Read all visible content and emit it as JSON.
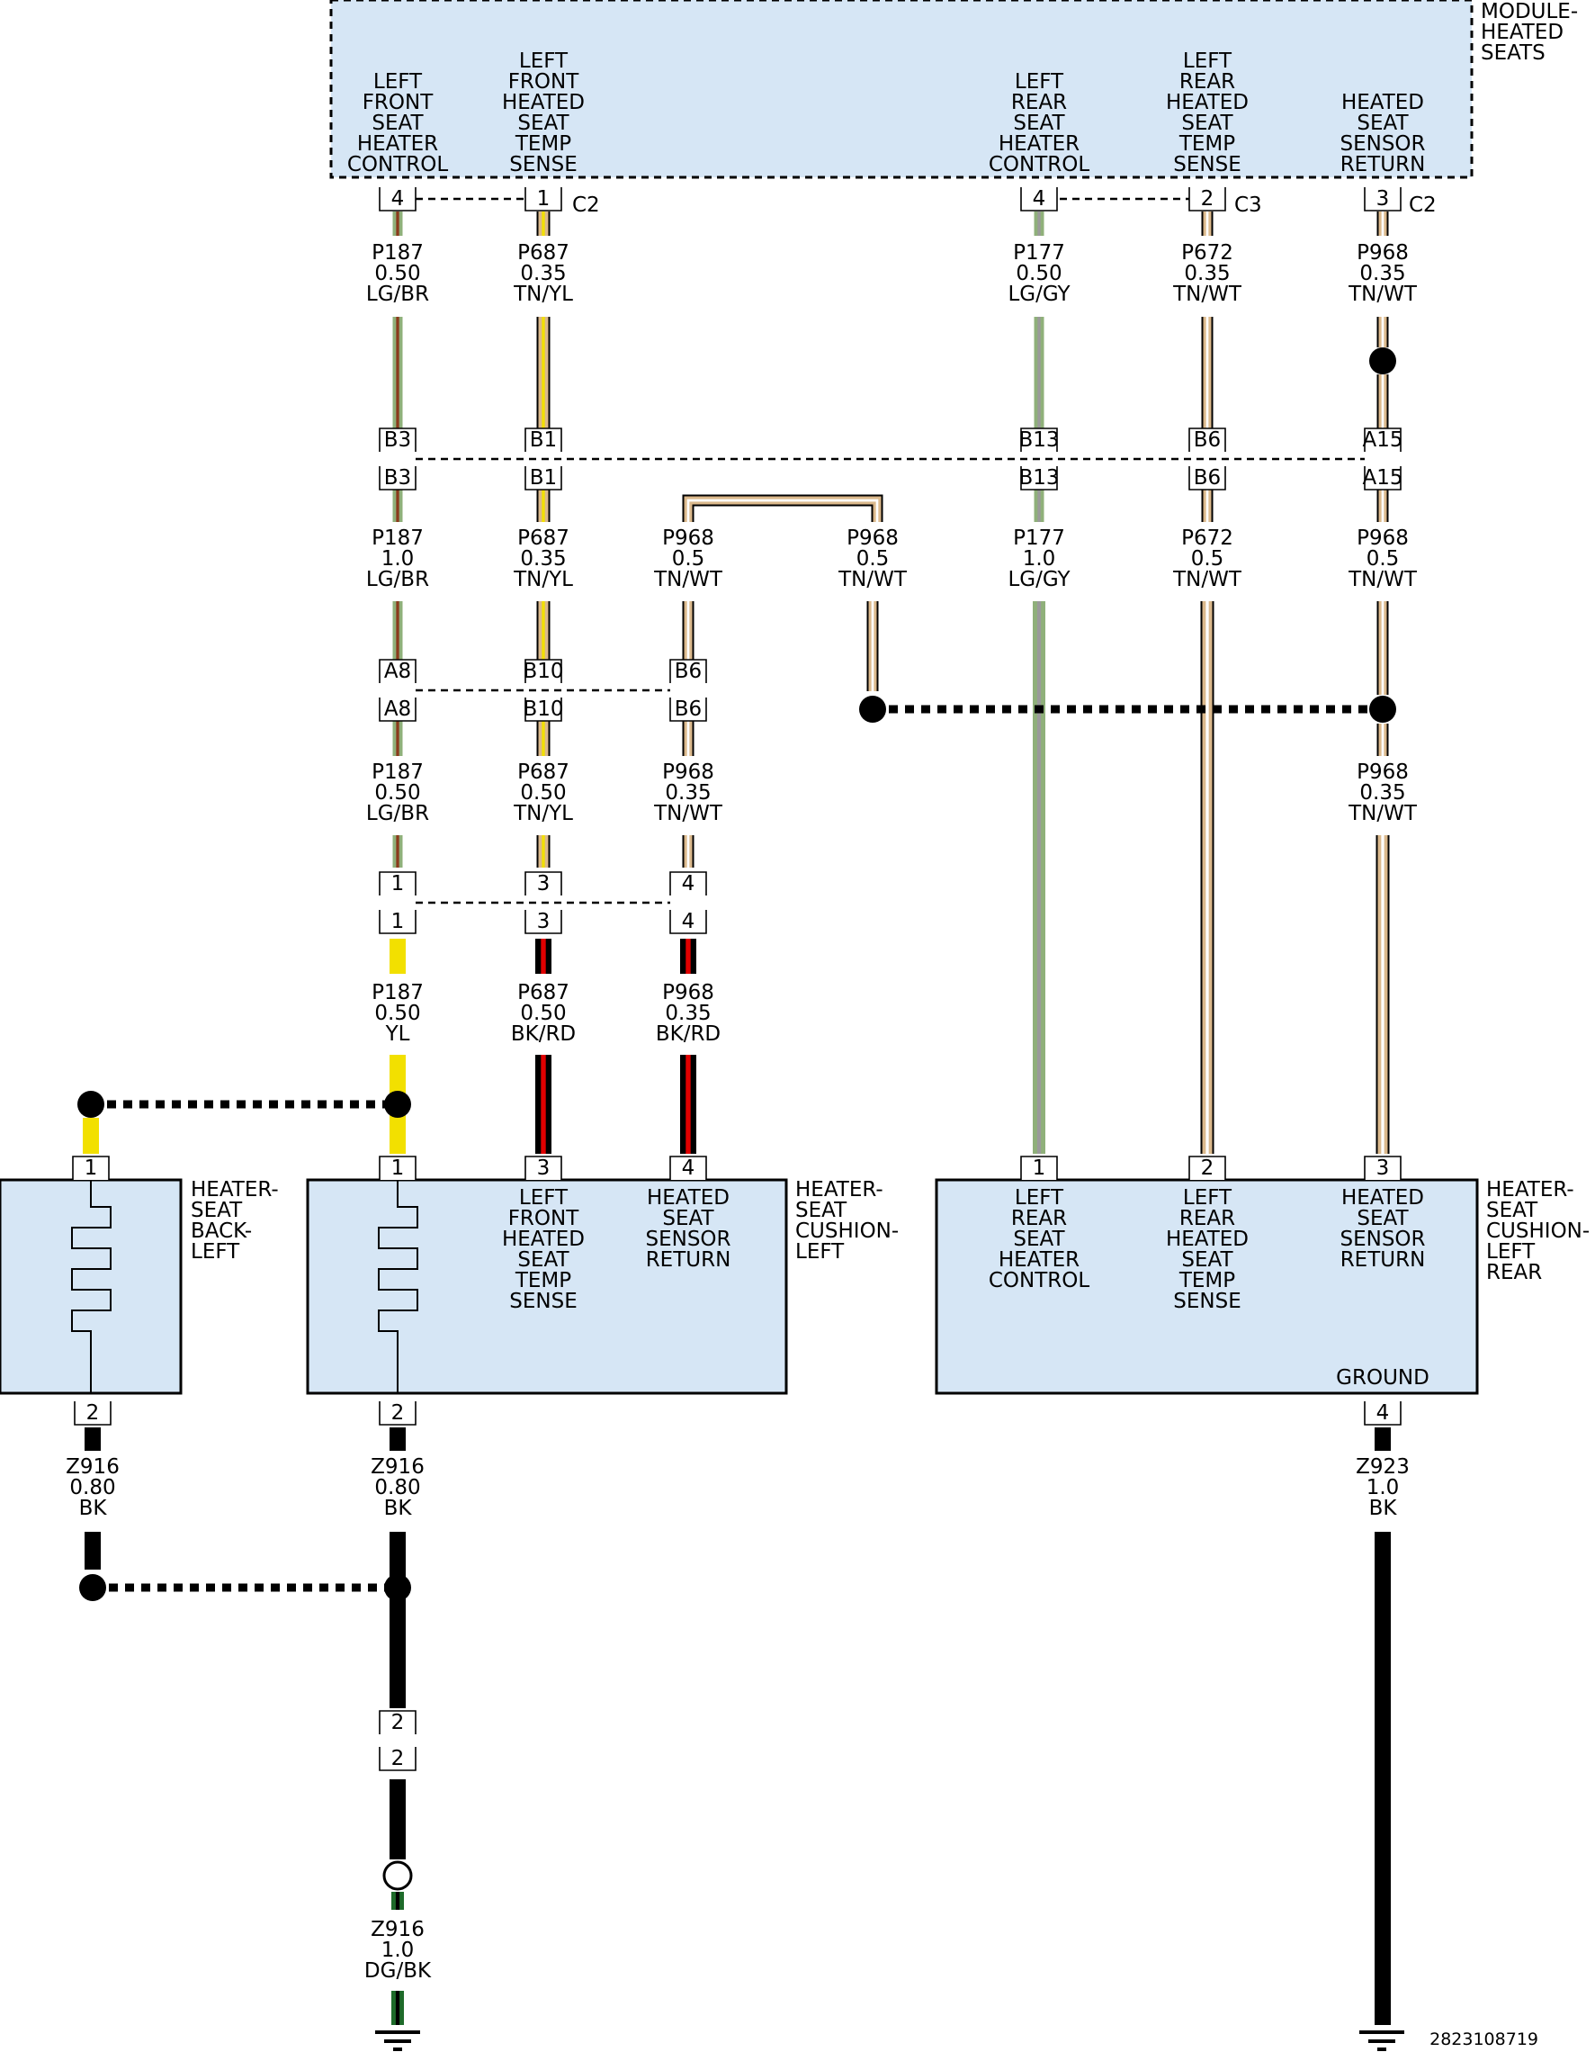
{
  "colors": {
    "box_fill": "#d6e6f5",
    "LG": "#8fb07a",
    "BR": "#8b3a1c",
    "YL": "#f2e000",
    "TN": "#dbb98c",
    "WT": "#ffffff",
    "GY": "#9a9a9a",
    "BK": "#000000",
    "RD": "#e00000",
    "DG": "#1e6b2a"
  },
  "module": {
    "name_line1": "MODULE-",
    "name_line2": "HEATED",
    "name_line3": "SEATS",
    "pin_labels": [
      [
        "LEFT",
        "FRONT",
        "SEAT",
        "HEATER",
        "CONTROL"
      ],
      [
        "LEFT",
        "FRONT",
        "HEATED",
        "SEAT",
        "TEMP",
        "SENSE"
      ],
      [
        "LEFT",
        "REAR",
        "SEAT",
        "HEATER",
        "CONTROL"
      ],
      [
        "LEFT",
        "REAR",
        "HEATED",
        "SEAT",
        "TEMP",
        "SENSE"
      ],
      [
        "HEATED",
        "SEAT",
        "SENSOR",
        "RETURN"
      ]
    ],
    "pins": [
      "4",
      "1",
      "4",
      "2",
      "3"
    ],
    "connectors": [
      "C2",
      "C3",
      "C2"
    ]
  },
  "wires_row1": [
    [
      "P187",
      "0.50",
      "LG/BR"
    ],
    [
      "P687",
      "0.35",
      "TN/YL"
    ],
    [
      "P177",
      "0.50",
      "LG/GY"
    ],
    [
      "P672",
      "0.35",
      "TN/WT"
    ],
    [
      "P968",
      "0.35",
      "TN/WT"
    ]
  ],
  "inline1": {
    "top_pins": [
      "B3",
      "B1",
      "B13",
      "B6",
      "A15"
    ],
    "bottom_pins": [
      "B3",
      "B1",
      "B13",
      "B6",
      "A15"
    ]
  },
  "wires_row2": [
    [
      "P187",
      "1.0",
      "LG/BR"
    ],
    [
      "P687",
      "0.35",
      "TN/YL"
    ],
    [
      "P968",
      "0.5",
      "TN/WT"
    ],
    [
      "P968",
      "0.5",
      "TN/WT"
    ],
    [
      "P177",
      "1.0",
      "LG/GY"
    ],
    [
      "P672",
      "0.5",
      "TN/WT"
    ],
    [
      "P968",
      "0.5",
      "TN/WT"
    ]
  ],
  "inline2": {
    "top_pins": [
      "A8",
      "B10",
      "B6"
    ],
    "bottom_pins": [
      "A8",
      "B10",
      "B6"
    ]
  },
  "wires_row3": [
    [
      "P187",
      "0.50",
      "LG/BR"
    ],
    [
      "P687",
      "0.50",
      "TN/YL"
    ],
    [
      "P968",
      "0.35",
      "TN/WT"
    ],
    [
      "P968",
      "0.35",
      "TN/WT"
    ]
  ],
  "inline3": {
    "top_pins": [
      "1",
      "3",
      "4"
    ],
    "bottom_pins": [
      "1",
      "3",
      "4"
    ]
  },
  "wires_row4": [
    [
      "P187",
      "0.50",
      "YL"
    ],
    [
      "P687",
      "0.50",
      "BK/RD"
    ],
    [
      "P968",
      "0.35",
      "BK/RD"
    ]
  ],
  "heater_back": {
    "name": [
      "HEATER-",
      "SEAT",
      "BACK-",
      "LEFT"
    ],
    "pins": [
      "1",
      "2"
    ]
  },
  "cushion_left": {
    "name": [
      "HEATER-",
      "SEAT",
      "CUSHION-",
      "LEFT"
    ],
    "pins": [
      "1",
      "3",
      "4",
      "2"
    ],
    "labels": [
      [
        "LEFT",
        "FRONT",
        "HEATED",
        "SEAT",
        "TEMP",
        "SENSE"
      ],
      [
        "HEATED",
        "SEAT",
        "SENSOR",
        "RETURN"
      ]
    ]
  },
  "cushion_rear": {
    "name": [
      "HEATER-",
      "SEAT",
      "CUSHION-",
      "LEFT",
      "REAR"
    ],
    "pins": [
      "1",
      "2",
      "3",
      "4"
    ],
    "labels": [
      [
        "LEFT",
        "REAR",
        "SEAT",
        "HEATER",
        "CONTROL"
      ],
      [
        "LEFT",
        "REAR",
        "HEATED",
        "SEAT",
        "TEMP",
        "SENSE"
      ],
      [
        "HEATED",
        "SEAT",
        "SENSOR",
        "RETURN"
      ]
    ],
    "ground_label": "GROUND"
  },
  "ground_wires": [
    [
      "Z916",
      "0.80",
      "BK"
    ],
    [
      "Z916",
      "0.80",
      "BK"
    ],
    [
      "Z923",
      "1.0",
      "BK"
    ]
  ],
  "ground_inline_pins": [
    "2",
    "2"
  ],
  "ground_final_wire": [
    "Z916",
    "1.0",
    "DG/BK"
  ],
  "figure_id": "2823108719"
}
